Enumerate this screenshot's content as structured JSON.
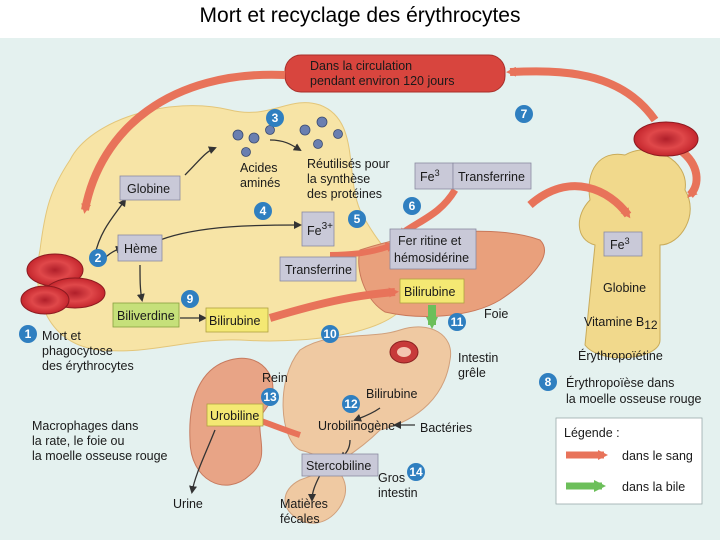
{
  "title": "Mort et recyclage des érythrocytes",
  "colors": {
    "blood_arrow": "#e8735a",
    "bile_arrow": "#6cbf5a",
    "step_circle": "#2f7fc0",
    "background": "#e4f1ef",
    "macrophage": "#f7e4a6"
  },
  "steps": [
    "1",
    "2",
    "3",
    "4",
    "5",
    "6",
    "7",
    "8",
    "9",
    "10",
    "11",
    "12",
    "13",
    "14"
  ],
  "labels": {
    "circulation": [
      "Dans la circulation",
      "pendant environ 120 jours"
    ],
    "globine": "Globine",
    "acides": [
      "Acides",
      "aminés"
    ],
    "reutilises": [
      "Réutilisés pour",
      "la synthèse",
      "des protéines"
    ],
    "fe3_a": "Fe",
    "fe3_a_sup": "3",
    "transferrine_a": "Transferrine",
    "heme": "Hème",
    "fe3_b": "Fe",
    "fe3_b_sup": "3+",
    "transferrine_b": "Transferrine",
    "ferritine": [
      "Fer ritine et",
      "hémosidérine"
    ],
    "fe3_c": "Fe",
    "fe3_c_sup": "3",
    "globine_bone": "Globine",
    "vitamine": "Vitamine  B",
    "vitamine_sub": "12",
    "erythropoietine": "Érythropoïétine",
    "erythropoiese": [
      "Érythropoïèse dans",
      "la moelle osseuse rouge"
    ],
    "biliverdine": "Biliverdine",
    "bilirubine_a": "Bilirubine",
    "bilirubine_b": "Bilirubine",
    "foie": "Foie",
    "mort": [
      "Mort et",
      "phagocytose",
      "des  érythrocytes"
    ],
    "intestin": [
      "Intestin",
      "grêle"
    ],
    "rein": "Rein",
    "bilirubine_c": "Bilirubine",
    "urobiline": "Urobiline",
    "urobilinogene": "Urobilinogène",
    "bacteries": "Bactéries",
    "macrophages": [
      "Macrophages dans",
      "la rate, le foie ou",
      "la moelle osseuse rouge"
    ],
    "stercobiline": "Stercobiline",
    "gros": [
      "Gros",
      "intestin"
    ],
    "urine": "Urine",
    "matieres": [
      "Matières",
      "fécales"
    ]
  },
  "legend": {
    "title": "Légende  :",
    "items": [
      "dans le sang",
      "dans la bile"
    ]
  }
}
